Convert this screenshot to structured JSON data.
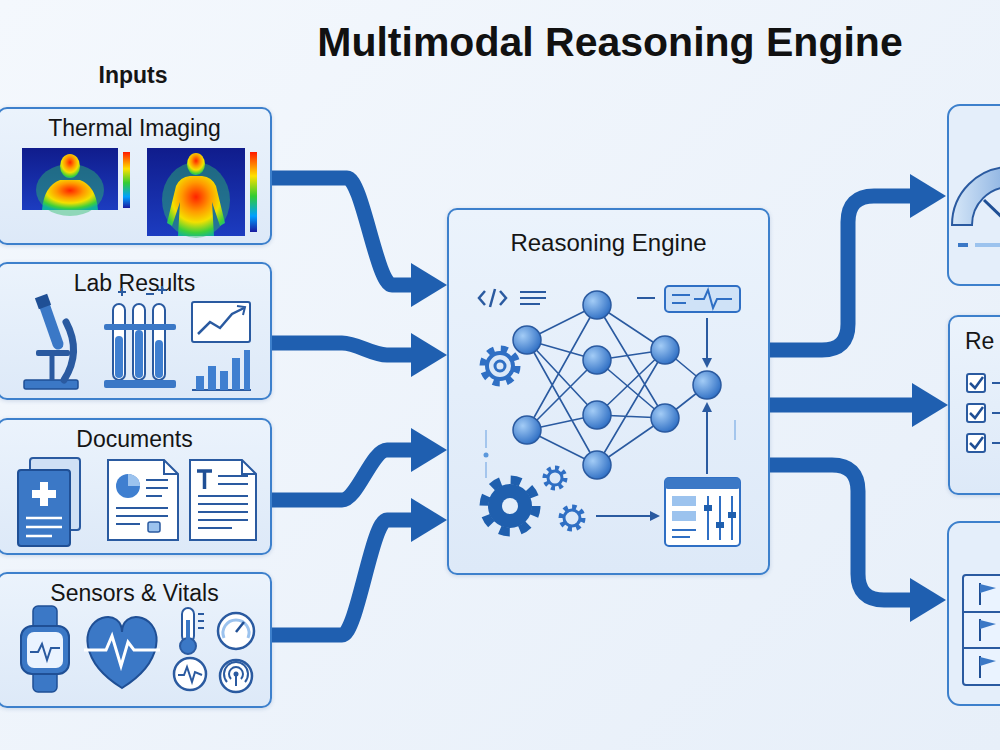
{
  "diagram": {
    "title": "Multimodal Reasoning Engine",
    "nodes": [
      {
        "text": [
          "Thermal Imaging"
        ]
      },
      {
        "text": [
          "Lab Results"
        ]
      },
      {
        "text": [
          "Documents"
        ]
      },
      {
        "text": [
          "Sensors & Vitals"
        ]
      },
      {
        "text": [
          "Reasoning Engine"
        ]
      },
      {
        "text": [
          "Re"
        ]
      }
    ],
    "edges": [
      {
        "from": 0,
        "to": 4,
        "arrow": "to"
      },
      {
        "from": 1,
        "to": 4,
        "arrow": "to"
      },
      {
        "from": 2,
        "to": 4,
        "arrow": "to"
      },
      {
        "from": 3,
        "to": 4,
        "arrow": "to"
      },
      {
        "from": 4,
        "to": 5,
        "arrow": "to"
      }
    ],
    "labels": [
      "Inputs"
    ]
  }
}
